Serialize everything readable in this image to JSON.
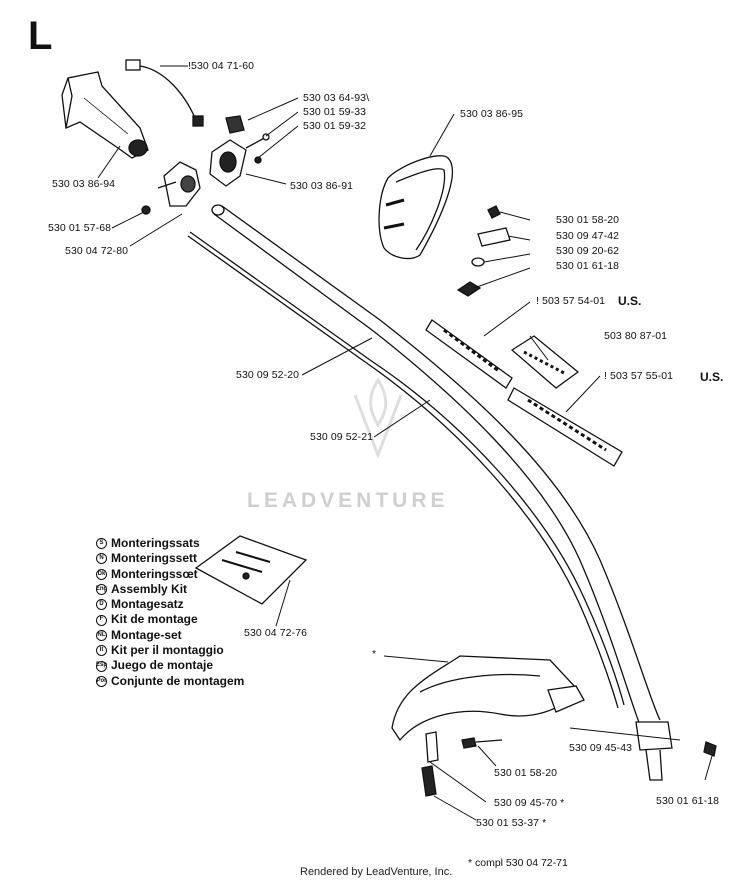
{
  "section_letter": "L",
  "parts": [
    {
      "id": "530 04 71-60",
      "label": "!530 04 71-60"
    },
    {
      "id": "530 03 64-93",
      "label": "530 03 64-93\\"
    },
    {
      "id": "530 01 59-33",
      "label": "530 01 59-33"
    },
    {
      "id": "530 01 59-32",
      "label": "530 01 59-32"
    },
    {
      "id": "530 03 86-94",
      "label": "530 03 86-94"
    },
    {
      "id": "530 03 86-91",
      "label": "530 03 86-91"
    },
    {
      "id": "530 01 57-68",
      "label": "530 01 57-68"
    },
    {
      "id": "530 04 72-80",
      "label": "530 04 72-80"
    },
    {
      "id": "530 03 86-95",
      "label": "530 03 86-95"
    },
    {
      "id": "530 01 58-20a",
      "label": "530 01 58-20"
    },
    {
      "id": "530 09 47-42",
      "label": "530 09 47-42"
    },
    {
      "id": "530 09 20-62",
      "label": "530 09 20-62"
    },
    {
      "id": "530 01 61-18a",
      "label": "530 01 61-18"
    },
    {
      "id": "503 57 54-01",
      "label": "! 503 57 54-01"
    },
    {
      "id": "503 80 87-01",
      "label": "503 80 87-01"
    },
    {
      "id": "503 57 55-01",
      "label": "! 503 57 55-01"
    },
    {
      "id": "530 09 52-20",
      "label": "530 09 52-20"
    },
    {
      "id": "530 09 52-21",
      "label": "530 09 52-21"
    },
    {
      "id": "530 04 72-76",
      "label": "530 04 72-76"
    },
    {
      "id": "guard",
      "label": "*"
    },
    {
      "id": "530 09 45-43",
      "label": "530 09 45-43"
    },
    {
      "id": "530 01 58-20b",
      "label": "530 01 58-20"
    },
    {
      "id": "530 01 61-18b",
      "label": "530 01 61-18"
    },
    {
      "id": "530 09 45-70",
      "label": "530 09 45-70  *"
    },
    {
      "id": "530 01 53-37",
      "label": "530 01 53-37  *"
    }
  ],
  "us_marks": [
    "U.S.",
    "U.S."
  ],
  "legend": [
    {
      "code": "S",
      "text": "Monteringssats"
    },
    {
      "code": "N",
      "text": "Monteringssett"
    },
    {
      "code": "Dk",
      "text": "Monteringssœt"
    },
    {
      "code": "Eng",
      "text": "Assembly Kit"
    },
    {
      "code": "D",
      "text": "Montagesatz"
    },
    {
      "code": "F",
      "text": "Kit de montage"
    },
    {
      "code": "NL",
      "text": "Montage-set"
    },
    {
      "code": "It",
      "text": "Kit per il montaggio"
    },
    {
      "code": "Esp",
      "text": "Juego de montaje"
    },
    {
      "code": "Por",
      "text": "Conjunte de montagem"
    }
  ],
  "footnote": "*  compl 530 04 72-71",
  "watermark": "LEADVENTURE",
  "footer": "Rendered by LeadVenture, Inc.",
  "colors": {
    "ink": "#111111",
    "watermark": "#cfcfcf"
  }
}
